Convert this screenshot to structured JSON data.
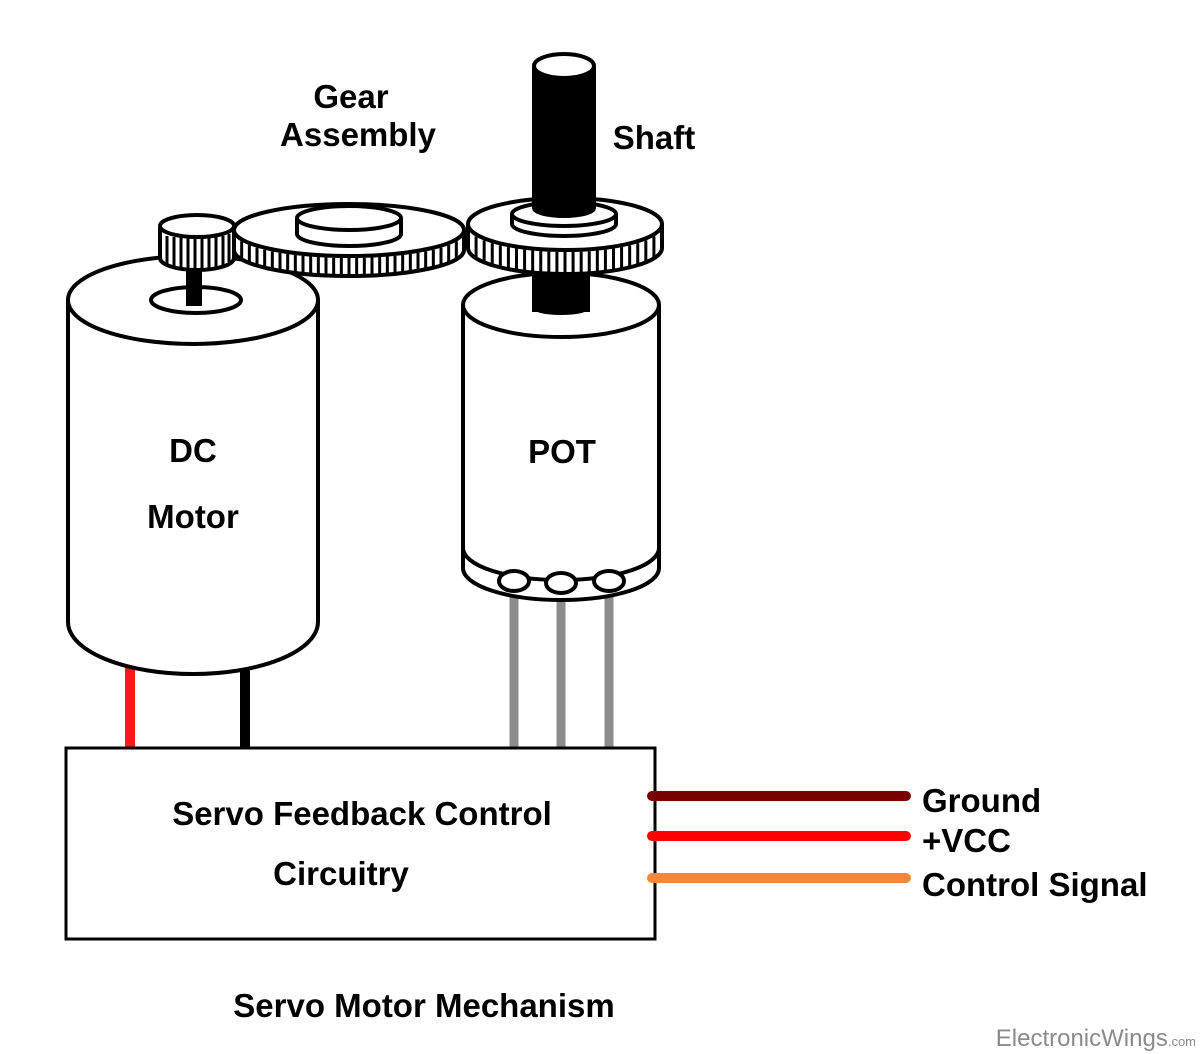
{
  "labels": {
    "gear_line1": "Gear",
    "gear_line2": "Assembly",
    "shaft": "Shaft",
    "dc_line1": "DC",
    "dc_line2": "Motor",
    "pot": "POT",
    "circuit_line1": "Servo Feedback Control",
    "circuit_line2": "Circuitry",
    "caption": "Servo Motor Mechanism"
  },
  "outputs": [
    {
      "label": "Ground",
      "color": "#7a0000"
    },
    {
      "label": "+VCC",
      "color": "#ff0000"
    },
    {
      "label": "Control Signal",
      "color": "#f5873a"
    }
  ],
  "watermark": {
    "brand": "ElectronicWings",
    "suffix": ".com"
  },
  "colors": {
    "motor_red_wire": "#ff1a1a",
    "motor_black_wire": "#000000",
    "pot_wire": "#8c8c8c",
    "shaft": "#000000",
    "outline": "#000000"
  }
}
